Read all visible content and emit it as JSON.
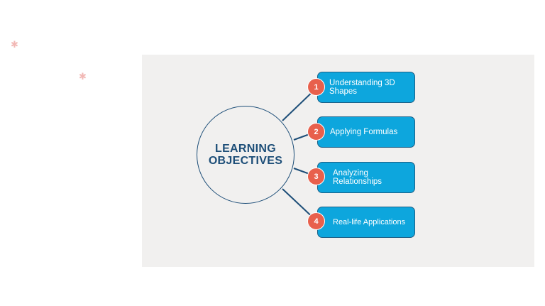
{
  "colors": {
    "hub_outline": "#1d4e78",
    "card_fill": "#0da6dd",
    "card_border": "#1c5f86",
    "badge_fill": "#e8604c",
    "panel_bg": "#f1f0ef",
    "star": "#f2b8b5"
  },
  "decor": {
    "stars": [
      "star-icon",
      "star-icon"
    ]
  },
  "hub": {
    "title": "LEARNING OBJECTIVES"
  },
  "objectives": [
    {
      "number": "1",
      "label": "Understanding 3D Shapes"
    },
    {
      "number": "2",
      "label": "Applying Formulas"
    },
    {
      "number": "3",
      "label": "Analyzing Relationships"
    },
    {
      "number": "4",
      "label": "Real-life Applications"
    }
  ]
}
